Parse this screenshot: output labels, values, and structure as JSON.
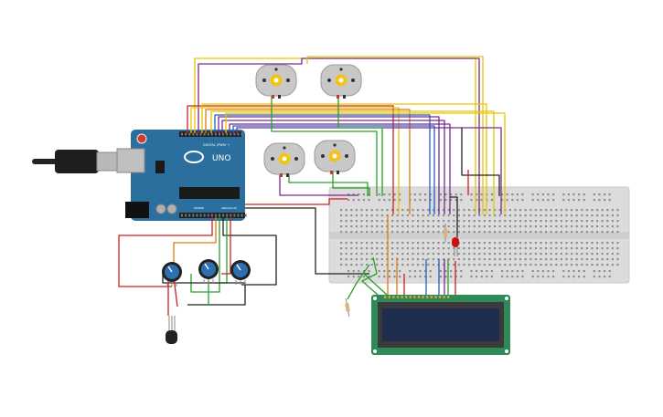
{
  "arduino": {
    "brand": "UNO",
    "digital_label": "DIGITAL (PWM~)",
    "power_label": "POWER",
    "analog_label": "ANALOG IN",
    "color_board": "#2b6f9f",
    "color_header": "#222222"
  },
  "motors": {
    "count": 4,
    "color_body": "#c8c8c8",
    "color_shaft": "#f2c418"
  },
  "potentiometers": {
    "count": 3,
    "color_knob": "#2e6fb0"
  },
  "lcd": {
    "color_pcb": "#2e8b57",
    "color_screen": "#1f2d4f",
    "pin_count": 16
  },
  "breadboard": {
    "color": "#dcdcdc"
  },
  "wire_colors": {
    "yellow": "#e8c400",
    "purple": "#7a2a90",
    "green": "#2aa02a",
    "red": "#cc2020",
    "black": "#222222",
    "orange": "#e07a10",
    "blue": "#2060c0"
  },
  "led": {
    "color": "#cc1010"
  },
  "sensor": {
    "color": "#222222"
  }
}
